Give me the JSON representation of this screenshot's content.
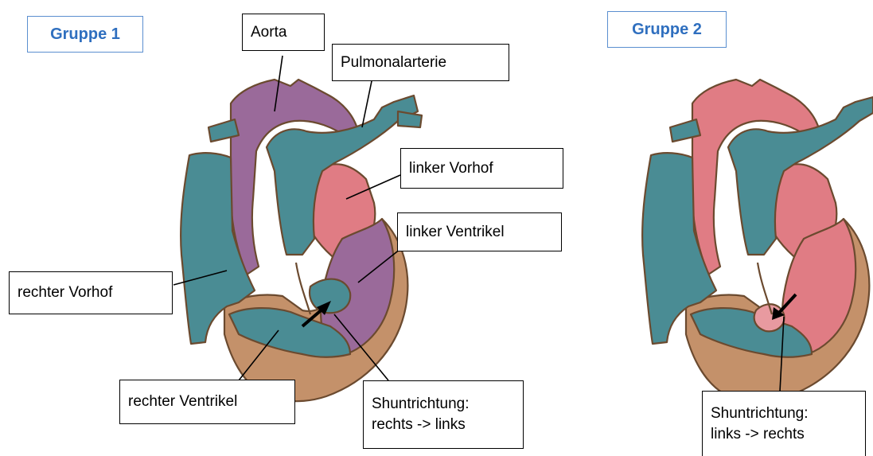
{
  "groups": {
    "left": "Gruppe 1",
    "right": "Gruppe 2"
  },
  "labels": {
    "aorta": "Aorta",
    "pulmonary_artery": "Pulmonalarterie",
    "left_atrium": "linker Vorhof",
    "left_ventricle": "linker Ventrikel",
    "right_atrium": "rechter Vorhof",
    "right_ventricle": "rechter Ventrikel",
    "shunt1_line1": "Shuntrichtung:",
    "shunt1_line2": "rechts -> links",
    "shunt2_line1": "Shuntrichtung:",
    "shunt2_line2": "links -> rechts"
  },
  "colors": {
    "deoxygenated_teal": "#4a8c94",
    "mixed_purple": "#9a6a9a",
    "oxygenated_pink": "#e07c84",
    "myocardium_tan": "#c4916a",
    "outline": "#6b4a2f",
    "group_label_blue": "#2f6fbf"
  }
}
